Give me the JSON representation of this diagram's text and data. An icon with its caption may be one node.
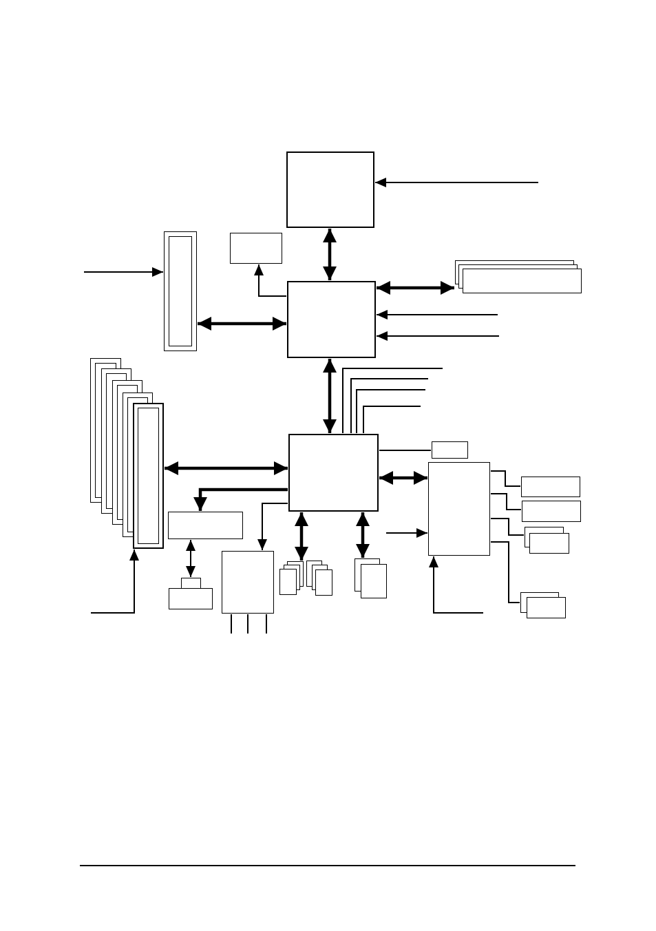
{
  "diagram": {
    "nodes": [
      {
        "text": [],
        "shape": "box"
      },
      {
        "text": [],
        "shape": "box"
      },
      {
        "text": [],
        "shape": "box"
      },
      {
        "text": [],
        "shape": "box"
      },
      {
        "text": [],
        "shape": "box"
      },
      {
        "text": [],
        "shape": "box"
      },
      {
        "text": [],
        "shape": "box"
      },
      {
        "text": [],
        "shape": "box"
      },
      {
        "text": [],
        "shape": "box"
      },
      {
        "text": [],
        "shape": "box"
      },
      {
        "text": [],
        "shape": "box"
      },
      {
        "text": [],
        "shape": "box"
      },
      {
        "text": [],
        "shape": "box"
      },
      {
        "text": [],
        "shape": "box"
      },
      {
        "text": [],
        "shape": "box"
      },
      {
        "text": [],
        "shape": "box"
      },
      {
        "text": [],
        "shape": "box"
      },
      {
        "text": [],
        "shape": "box"
      },
      {
        "text": [],
        "shape": "box"
      }
    ],
    "edges": [
      {
        "from": null,
        "to": 0,
        "arrow": "to"
      },
      {
        "from": 0,
        "to": 3,
        "arrow": "both",
        "style": "thick"
      },
      {
        "from": null,
        "to": 1,
        "arrow": "to"
      },
      {
        "from": 3,
        "to": 2,
        "arrow": "to"
      },
      {
        "from": 3,
        "to": 1,
        "arrow": "both",
        "style": "thick"
      },
      {
        "from": 3,
        "to": 4,
        "arrow": "both",
        "style": "thick"
      },
      {
        "from": null,
        "to": 3,
        "arrow": "to"
      },
      {
        "from": null,
        "to": 3,
        "arrow": "to"
      },
      {
        "from": 3,
        "to": 6,
        "arrow": "both",
        "style": "thick"
      },
      {
        "from": 6,
        "to": null,
        "arrow": "none"
      },
      {
        "from": 6,
        "to": null,
        "arrow": "none"
      },
      {
        "from": 6,
        "to": null,
        "arrow": "none"
      },
      {
        "from": 6,
        "to": null,
        "arrow": "none"
      },
      {
        "from": 6,
        "to": 7,
        "arrow": "none"
      },
      {
        "from": 6,
        "to": 5,
        "arrow": "both",
        "style": "thick"
      },
      {
        "from": 6,
        "to": 9,
        "arrow": "to",
        "style": "thick"
      },
      {
        "from": 6,
        "to": 11,
        "arrow": "to"
      },
      {
        "from": 6,
        "to": 12,
        "arrow": "both",
        "style": "thick"
      },
      {
        "from": 6,
        "to": 14,
        "arrow": "both",
        "style": "thick"
      },
      {
        "from": 6,
        "to": 8,
        "arrow": "both",
        "style": "thick"
      },
      {
        "from": null,
        "to": 8,
        "arrow": "to"
      },
      {
        "from": null,
        "to": 8,
        "arrow": "to"
      },
      {
        "from": 9,
        "to": 10,
        "arrow": "both"
      },
      {
        "from": null,
        "to": 5,
        "arrow": "to"
      },
      {
        "from": 8,
        "to": 15,
        "arrow": "none"
      },
      {
        "from": 8,
        "to": 16,
        "arrow": "none"
      },
      {
        "from": 8,
        "to": 17,
        "arrow": "none"
      },
      {
        "from": 8,
        "to": 18,
        "arrow": "none"
      },
      {
        "from": 11,
        "to": null,
        "arrow": "none"
      },
      {
        "from": 11,
        "to": null,
        "arrow": "none"
      },
      {
        "from": 11,
        "to": null,
        "arrow": "none"
      }
    ]
  }
}
